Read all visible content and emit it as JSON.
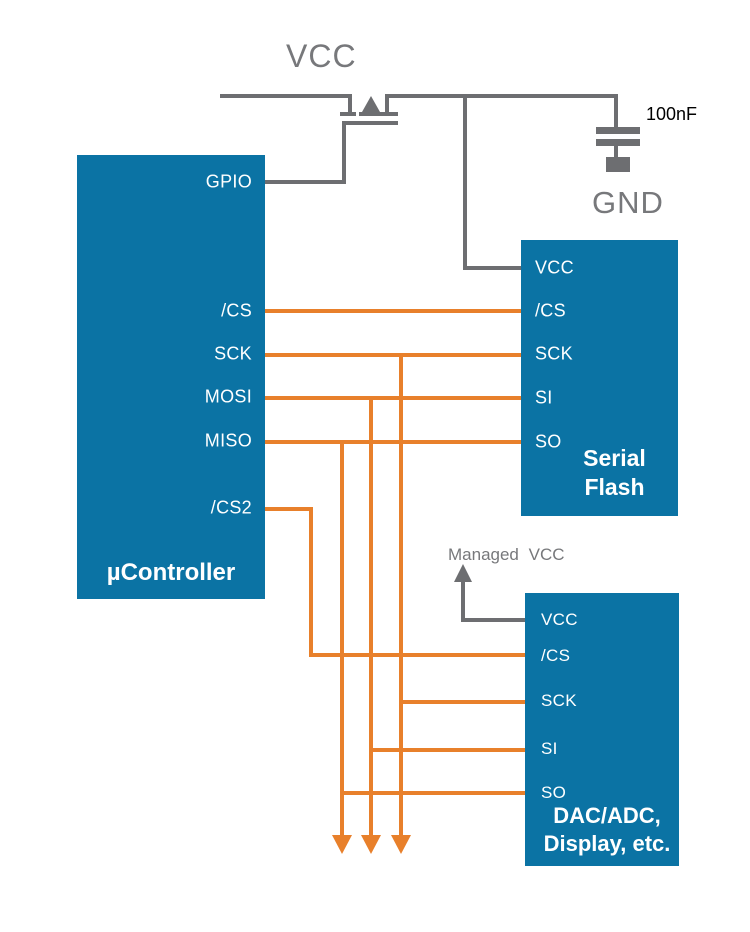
{
  "power": {
    "vcc_label": "VCC",
    "gnd_label": "GND",
    "cap_value": "100nF",
    "managed_vcc_label": "Managed VCC"
  },
  "mcu": {
    "title": "µController",
    "pins": [
      {
        "label": "GPIO"
      },
      {
        "label": "/CS"
      },
      {
        "label": "SCK"
      },
      {
        "label": "MOSI"
      },
      {
        "label": "MISO"
      },
      {
        "label": "/CS2"
      }
    ]
  },
  "flash": {
    "title_line1": "Serial",
    "title_line2": "Flash",
    "pins": [
      {
        "label": "VCC"
      },
      {
        "label": "/CS"
      },
      {
        "label": "SCK"
      },
      {
        "label": "SI"
      },
      {
        "label": "SO"
      }
    ]
  },
  "peripheral": {
    "title_line1": "DAC/ADC,",
    "title_line2": "Display, etc.",
    "pins": [
      {
        "label": "VCC"
      },
      {
        "label": "/CS"
      },
      {
        "label": "SCK"
      },
      {
        "label": "SI"
      },
      {
        "label": "SO"
      }
    ]
  },
  "colors": {
    "chip_blue": "#0b73a4",
    "wire_orange": "#e8802b",
    "wire_gray": "#6d6e71",
    "label_gray": "#77787b"
  }
}
